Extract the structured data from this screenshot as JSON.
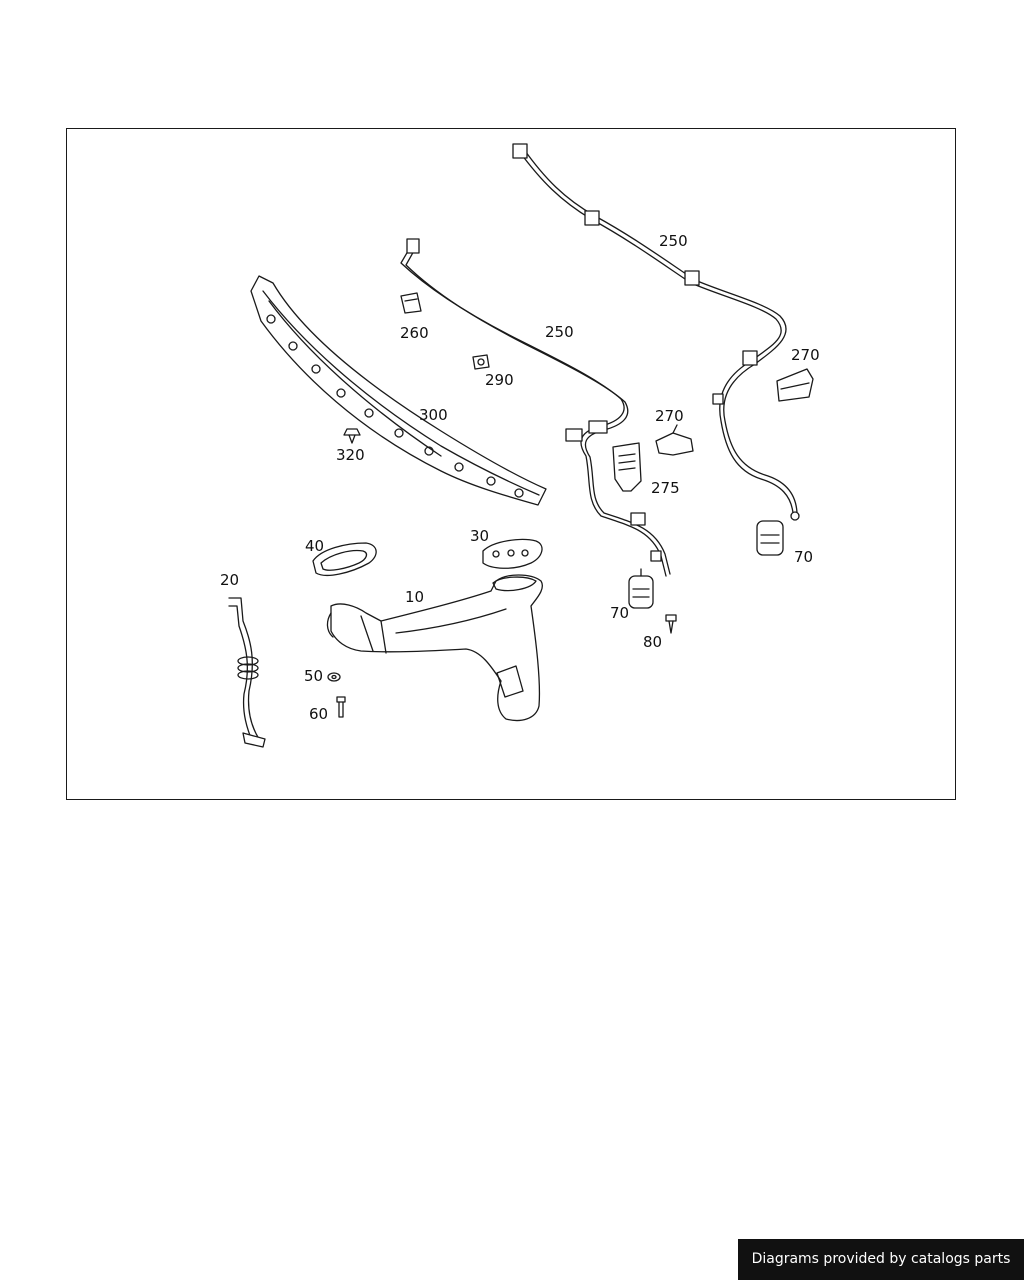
{
  "colors": {
    "line": "#1a1a1a",
    "badge_bg": "#111111",
    "badge_text": "#ffffff"
  },
  "callouts": [
    {
      "id": "10",
      "label": "10"
    },
    {
      "id": "20",
      "label": "20"
    },
    {
      "id": "30",
      "label": "30"
    },
    {
      "id": "40",
      "label": "40"
    },
    {
      "id": "50",
      "label": "50"
    },
    {
      "id": "60",
      "label": "60"
    },
    {
      "id": "70a",
      "label": "70"
    },
    {
      "id": "70b",
      "label": "70"
    },
    {
      "id": "80",
      "label": "80"
    },
    {
      "id": "250a",
      "label": "250"
    },
    {
      "id": "250b",
      "label": "250"
    },
    {
      "id": "260",
      "label": "260"
    },
    {
      "id": "270a",
      "label": "270"
    },
    {
      "id": "270b",
      "label": "270"
    },
    {
      "id": "275",
      "label": "275"
    },
    {
      "id": "290",
      "label": "290"
    },
    {
      "id": "300",
      "label": "300"
    },
    {
      "id": "320",
      "label": "320"
    }
  ],
  "footer": {
    "credit": "Diagrams provided by catalogs parts"
  }
}
